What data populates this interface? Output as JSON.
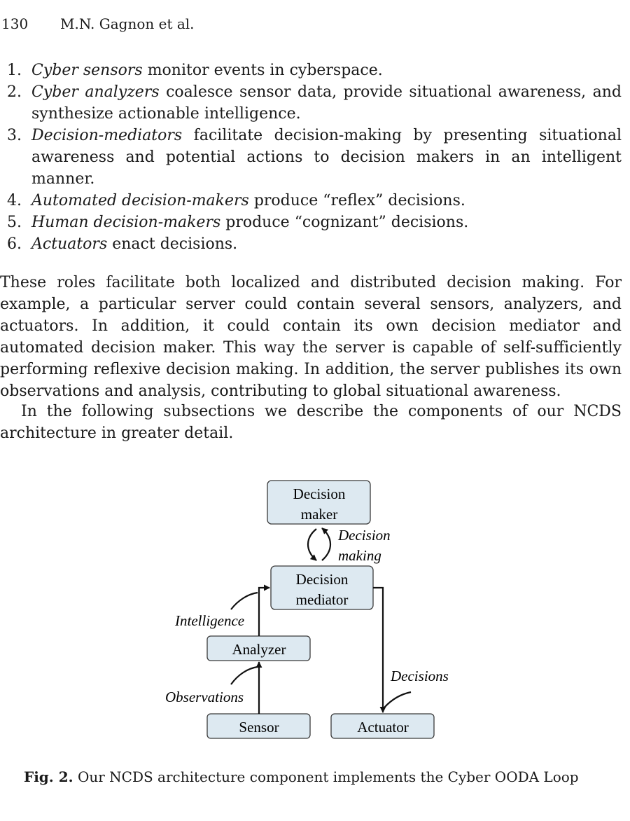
{
  "header": {
    "page_number": "130",
    "authors": "M.N. Gagnon et al."
  },
  "list": [
    {
      "num": "1.",
      "term": "Cyber sensors",
      "text": " monitor events in cyberspace."
    },
    {
      "num": "2.",
      "term": "Cyber analyzers",
      "text": " coalesce sensor data, provide situational awareness, and synthesize actionable intelligence."
    },
    {
      "num": "3.",
      "term": "Decision-mediators",
      "text": " facilitate decision-making by presenting situational awareness and potential actions to decision makers in an intelligent manner."
    },
    {
      "num": "4.",
      "term": "Automated decision-makers",
      "text": " produce “reflex” decisions."
    },
    {
      "num": "5.",
      "term": "Human decision-makers",
      "text": " produce “cognizant” decisions."
    },
    {
      "num": "6.",
      "term": "Actuators",
      "text": " enact decisions."
    }
  ],
  "paragraphs": [
    "These roles facilitate both localized and distributed decision making. For example, a particular server could contain several sensors, analyzers, and actuators. In addition, it could contain its own decision mediator and automated decision maker. This way the server is capable of self-sufficiently performing reflexive decision making. In addition, the server publishes its own observations and analysis, contributing to global situational awareness.",
    "In the following subsections we describe the components of our NCDS architecture in greater detail."
  ],
  "figure": {
    "nodes": {
      "decision_maker": [
        "Decision",
        "maker"
      ],
      "decision_mediator": [
        "Decision",
        "mediator"
      ],
      "analyzer": "Analyzer",
      "sensor": "Sensor",
      "actuator": "Actuator"
    },
    "edge_labels": {
      "decision_making": [
        "Decision",
        "making"
      ],
      "intelligence": "Intelligence",
      "observations": "Observations",
      "decisions": "Decisions"
    },
    "box_fill": "#dde9f1",
    "box_stroke": "#3a3a3a"
  },
  "caption": {
    "label": "Fig. 2.",
    "text": " Our NCDS architecture component implements the Cyber OODA Loop"
  }
}
